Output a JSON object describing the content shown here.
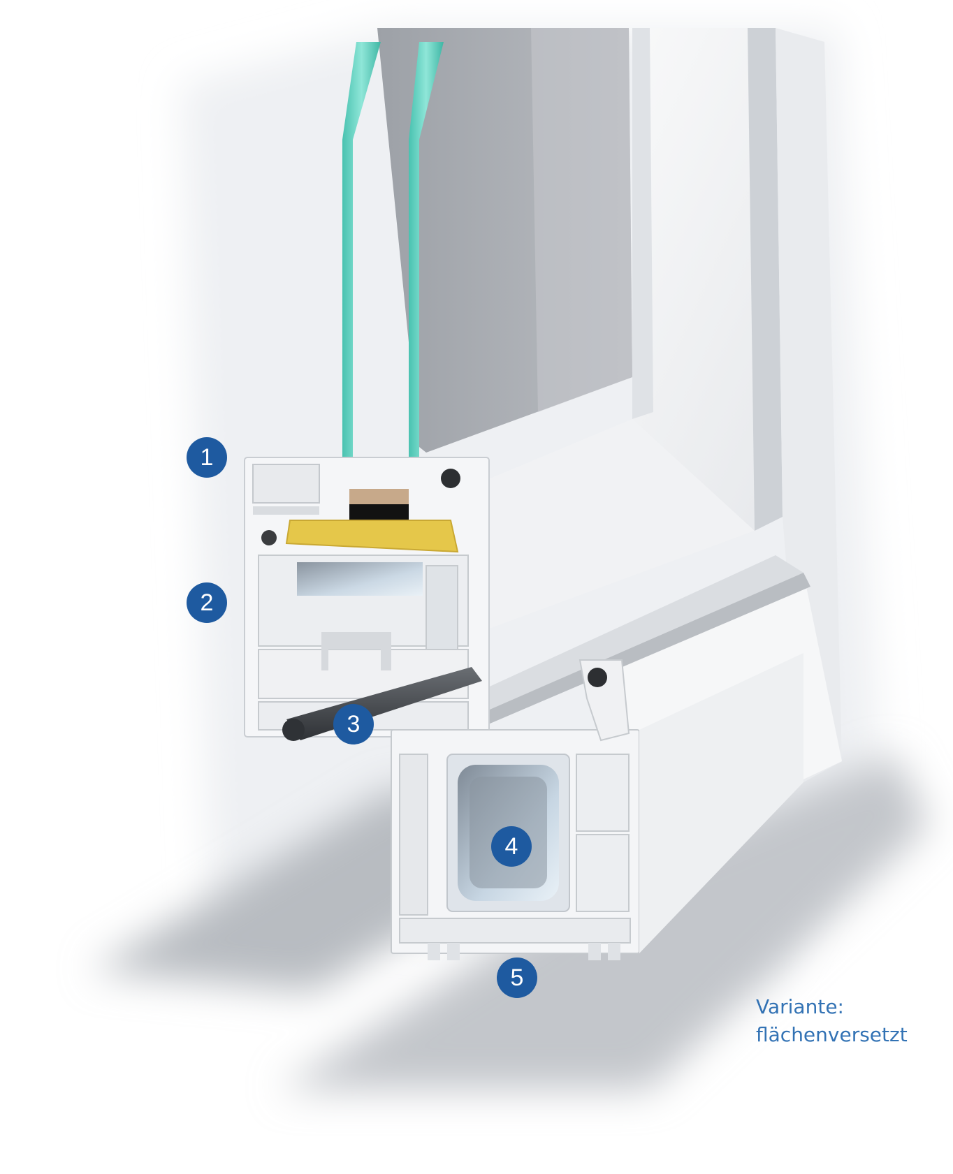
{
  "markers": [
    {
      "label": "1"
    },
    {
      "label": "2"
    },
    {
      "label": "3"
    },
    {
      "label": "4"
    },
    {
      "label": "5"
    }
  ],
  "caption": {
    "line1": "Variante:",
    "line2": "flächenversetzt"
  },
  "colors": {
    "marker": "#1e5aa0",
    "caption_text": "#3272b4",
    "glass": "#5fcfbf",
    "profile": "#f4f5f7",
    "gasket": "#e5c74a",
    "shadow": "#c9ccd0"
  }
}
